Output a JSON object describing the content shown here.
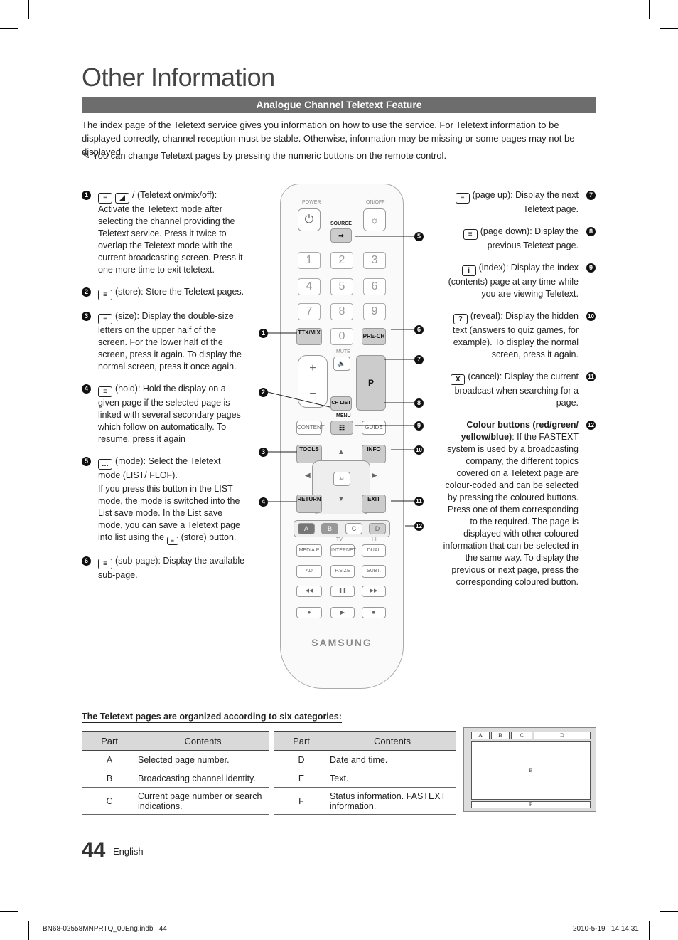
{
  "page": {
    "title": "Other Information",
    "section_title": "Analogue Channel Teletext Feature",
    "intro": "The index page of the Teletext service gives you information on how to use the service. For Teletext information to be displayed correctly, channel reception must be stable. Otherwise, information may be missing or some pages may not be displayed.",
    "note": "You can change Teletext pages by pressing the numeric buttons on the remote control.",
    "note_icon": "pencil-note-icon"
  },
  "left_items": [
    {
      "num": "1",
      "text": "/ (Teletext on/mix/off): Activate the Teletext mode after selecting the channel providing the Teletext service. Press it twice to overlap the Teletext mode with the current broadcasting screen. Press it one more time to exit teletext."
    },
    {
      "num": "2",
      "text": "(store): Store the Teletext pages."
    },
    {
      "num": "3",
      "text": "(size): Display the double-size letters on the upper half of the screen. For the lower half of the screen, press it again. To display the normal screen, press it once again."
    },
    {
      "num": "4",
      "text": "(hold): Hold the display on a given page if the selected page is linked with several secondary pages which follow on automatically. To resume, press it again"
    },
    {
      "num": "5",
      "text": "(mode): Select the Teletext mode (LIST/ FLOF).",
      "text2": "If you press this button in the LIST mode, the mode is switched into the List save mode. In the List save mode, you can save a Teletext page into list using the",
      "text3": "(store) button."
    },
    {
      "num": "6",
      "text": "(sub-page): Display the available sub-page."
    }
  ],
  "right_items": [
    {
      "num": "7",
      "text": "(page up): Display the next Teletext page."
    },
    {
      "num": "8",
      "text": "(page down): Display the previous Teletext page."
    },
    {
      "num": "9",
      "text": "(index): Display the index (contents) page at any time while you are viewing Teletext."
    },
    {
      "num": "10",
      "text": "(reveal): Display the hidden text (answers to quiz games, for example). To display the normal screen, press it again."
    },
    {
      "num": "11",
      "text": "(cancel): Display the current broadcast when searching for a page."
    },
    {
      "num": "12",
      "bold": "Colour buttons (red/green/ yellow/blue)",
      "text": ": If the FASTEXT system is used by a broadcasting company, the different topics covered on a Teletext page are colour-coded and can be selected by pressing the coloured buttons. Press one of them corresponding to the required. The page is displayed with other coloured information that can be selected in the same way. To display the previous or next page, press the corresponding coloured button."
    }
  ],
  "remote": {
    "power": "POWER",
    "onoff": "ON/OFF",
    "source": "SOURCE",
    "digits": [
      "1",
      "2",
      "3",
      "4",
      "5",
      "6",
      "7",
      "8",
      "9"
    ],
    "zero": "0",
    "ttx": "TTX/MIX",
    "prech": "PRE-CH",
    "mute": "MUTE",
    "p": "P",
    "chlist": "CH LIST",
    "menu": "MENU",
    "content": "CONTENT",
    "guide": "GUIDE",
    "tools": "TOOLS",
    "info": "INFO",
    "return": "RETURN",
    "exit": "EXIT",
    "colors": [
      "A",
      "B",
      "C",
      "D"
    ],
    "tv": "TV",
    "i_ii": "I-II",
    "media": "MEDIA.P",
    "internet": "INTERNET",
    "dual": "DUAL",
    "ad": "AD",
    "psize": "P.SIZE",
    "subt": "SUBT.",
    "brand": "SAMSUNG"
  },
  "table_title": "The Teletext pages are organized according to six categories:",
  "table_headers": [
    "Part",
    "Contents"
  ],
  "table_left": [
    {
      "part": "A",
      "contents": "Selected page number."
    },
    {
      "part": "B",
      "contents": "Broadcasting channel identity."
    },
    {
      "part": "C",
      "contents": "Current page number or search indications."
    }
  ],
  "table_right": [
    {
      "part": "D",
      "contents": "Date and time."
    },
    {
      "part": "E",
      "contents": "Text."
    },
    {
      "part": "F",
      "contents": "Status information. FASTEXT information."
    }
  ],
  "diagram_labels": [
    "A",
    "B",
    "C",
    "D",
    "E",
    "F"
  ],
  "footer": {
    "page_number": "44",
    "language": "English",
    "file": "BN68-02558MNPRTQ_00Eng.indb   44",
    "timestamp": "2010-5-19   14:14:31"
  }
}
